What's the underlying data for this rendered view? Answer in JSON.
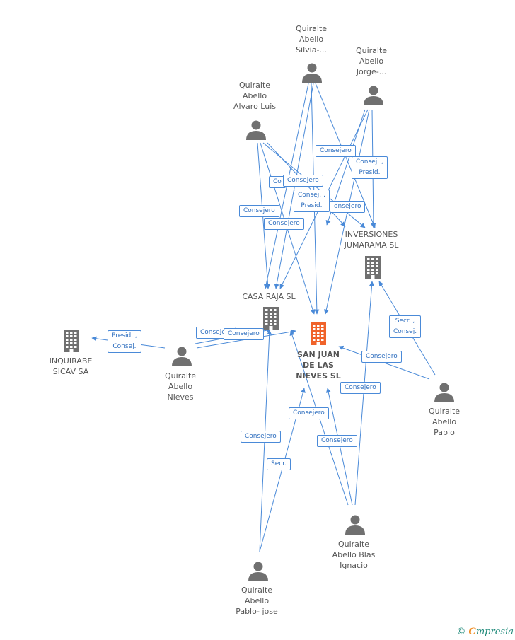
{
  "colors": {
    "edge": "#4a8ad8",
    "person": "#707070",
    "company": "#707070",
    "main_company": "#f0632a",
    "label": "#555555"
  },
  "nodes": {
    "silvia": {
      "label": "Quiralte\nAbello\nSilvia-...",
      "icon": "person-icon"
    },
    "jorge": {
      "label": "Quiralte\nAbello\nJorge-...",
      "icon": "person-icon"
    },
    "alvaro": {
      "label": "Quiralte\nAbello\nAlvaro Luis",
      "icon": "person-icon"
    },
    "inversiones": {
      "label": "INVERSIONES\nJUMARAMA  SL",
      "icon": "building-icon"
    },
    "casa_raja": {
      "label": "CASA RAJA SL",
      "icon": "building-icon"
    },
    "san_juan": {
      "label": "SAN JUAN\nDE LAS\nNIEVES SL",
      "icon": "building-icon"
    },
    "inquirabe": {
      "label": "INQUIRABE\nSICAV SA",
      "icon": "building-icon"
    },
    "nieves": {
      "label": "Quiralte\nAbello\nNieves",
      "icon": "person-icon"
    },
    "pablo": {
      "label": "Quiralte\nAbello\nPablo",
      "icon": "person-icon"
    },
    "blas": {
      "label": "Quiralte\nAbello Blas\nIgnacio",
      "icon": "person-icon"
    },
    "pablo_jose": {
      "label": "Quiralte\nAbello\nPablo- jose",
      "icon": "person-icon"
    }
  },
  "edge_labels": {
    "e1": "Consejero",
    "e2": "Consej. ,\nPresid.",
    "e3": "Co",
    "e4": "Consejero",
    "e5": "Consej. ,\nPresid.",
    "e6": "onsejero",
    "e7": "Consejero",
    "e8": "Consejero",
    "e9": "Presid. ,\nConsej.",
    "e10": "Consejero",
    "e11": "Consejero",
    "e12": "Secr. ,\nConsej.",
    "e13": "Consejero",
    "e14": "Consejero",
    "e15": "Consejero",
    "e16": "Consejero",
    "e17": "Consejero",
    "e18": "Secr."
  },
  "footer": {
    "copyright": "©",
    "brand_initial": "C",
    "brand_rest": "mpresia"
  }
}
